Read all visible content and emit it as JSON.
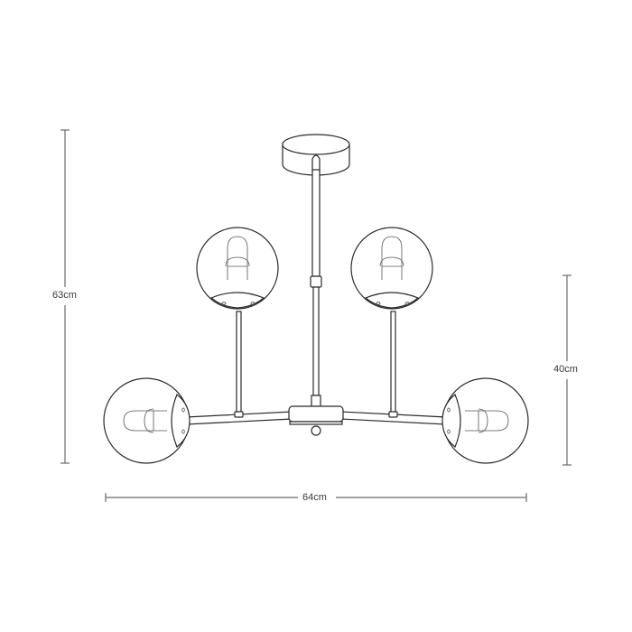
{
  "diagram": {
    "subject": "4-light globe chandelier dimension drawing",
    "dimensions": {
      "total_height": {
        "label": "63cm",
        "orientation": "vertical"
      },
      "body_height": {
        "label": "40cm",
        "orientation": "vertical"
      },
      "width": {
        "label": "64cm",
        "orientation": "horizontal"
      }
    },
    "components": {
      "ceiling_canopy": "ceiling-canopy",
      "downrod": "downrod",
      "central_hub": "central-hub",
      "arms": [
        "left-arm",
        "right-arm"
      ],
      "globes": [
        {
          "id": "upper-left-globe",
          "orientation": "upright"
        },
        {
          "id": "upper-right-globe",
          "orientation": "upright"
        },
        {
          "id": "lower-left-globe",
          "orientation": "sideways-left"
        },
        {
          "id": "lower-right-globe",
          "orientation": "sideways-right"
        }
      ]
    },
    "colors": {
      "line": "#2a2a2a",
      "dimension_line": "#6b6b6b",
      "background": "#ffffff"
    }
  }
}
